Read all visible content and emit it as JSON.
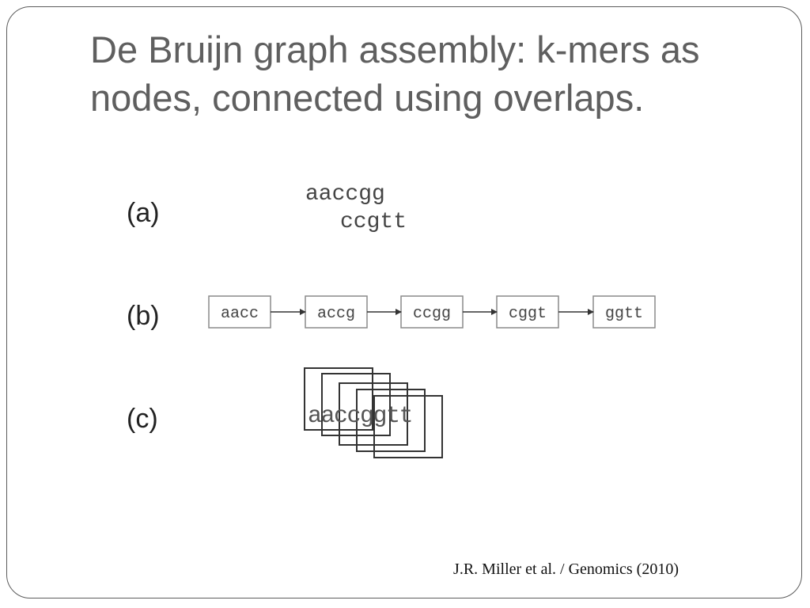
{
  "slide": {
    "title_lines": [
      "De Bruijn graph assembly: k-mers as",
      "nodes, connected using overlaps."
    ],
    "citation": "J.R. Miller et al. / Genomics (2010)"
  },
  "diagram": {
    "panel_labels": [
      "(a)",
      "(b)",
      "(c)"
    ],
    "reads": [
      "aaccgg",
      "ccgtt"
    ],
    "kmer_nodes": [
      "aacc",
      "accg",
      "ccgg",
      "cggt",
      "ggtt"
    ],
    "stacked_sequence": "aaccggtt",
    "stacked_frame_count": 5
  },
  "colors": {
    "title": "#5f5f5f",
    "diagram_ink": "#333333",
    "node_border": "#8a8a8a"
  }
}
